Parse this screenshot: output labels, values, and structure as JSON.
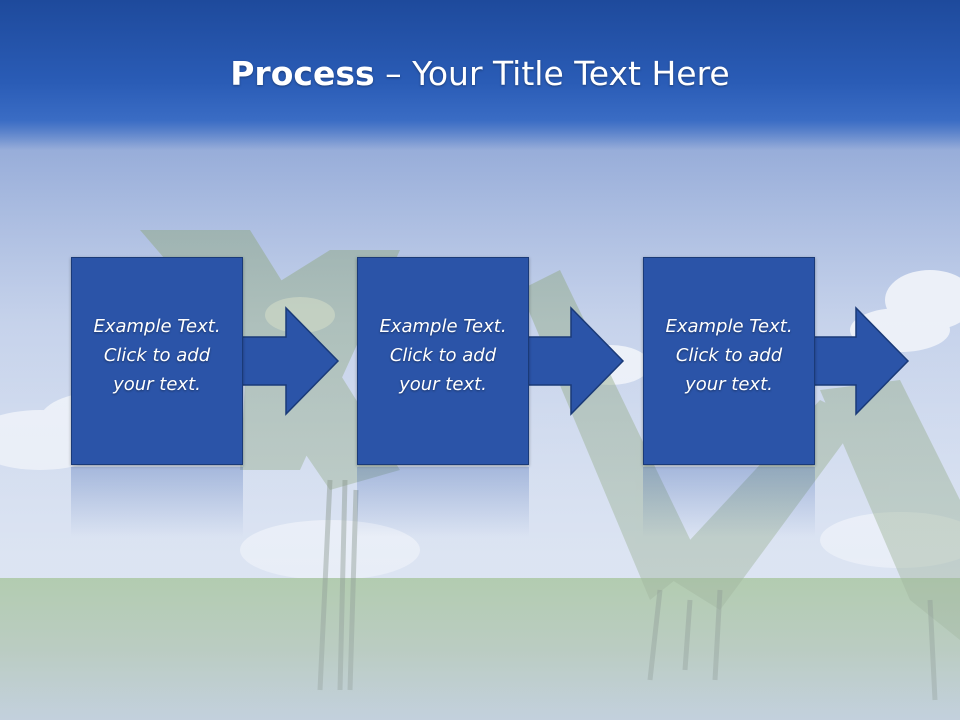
{
  "slide": {
    "title_bold": "Process",
    "title_rest": " – Your Title Text Here"
  },
  "steps": [
    {
      "text": "Example Text.\nClick  to add\nyour text."
    },
    {
      "text": "Example Text.\nClick  to add\nyour text."
    },
    {
      "text": "Example Text.\nClick  to add\nyour text."
    }
  ],
  "colors": {
    "title_band": "#2a5cb6",
    "box_fill": "#2b54a8",
    "box_border": "#1a3a78",
    "text": "#ffffff"
  },
  "icons": {
    "step_connector": "right-arrow-icon"
  }
}
